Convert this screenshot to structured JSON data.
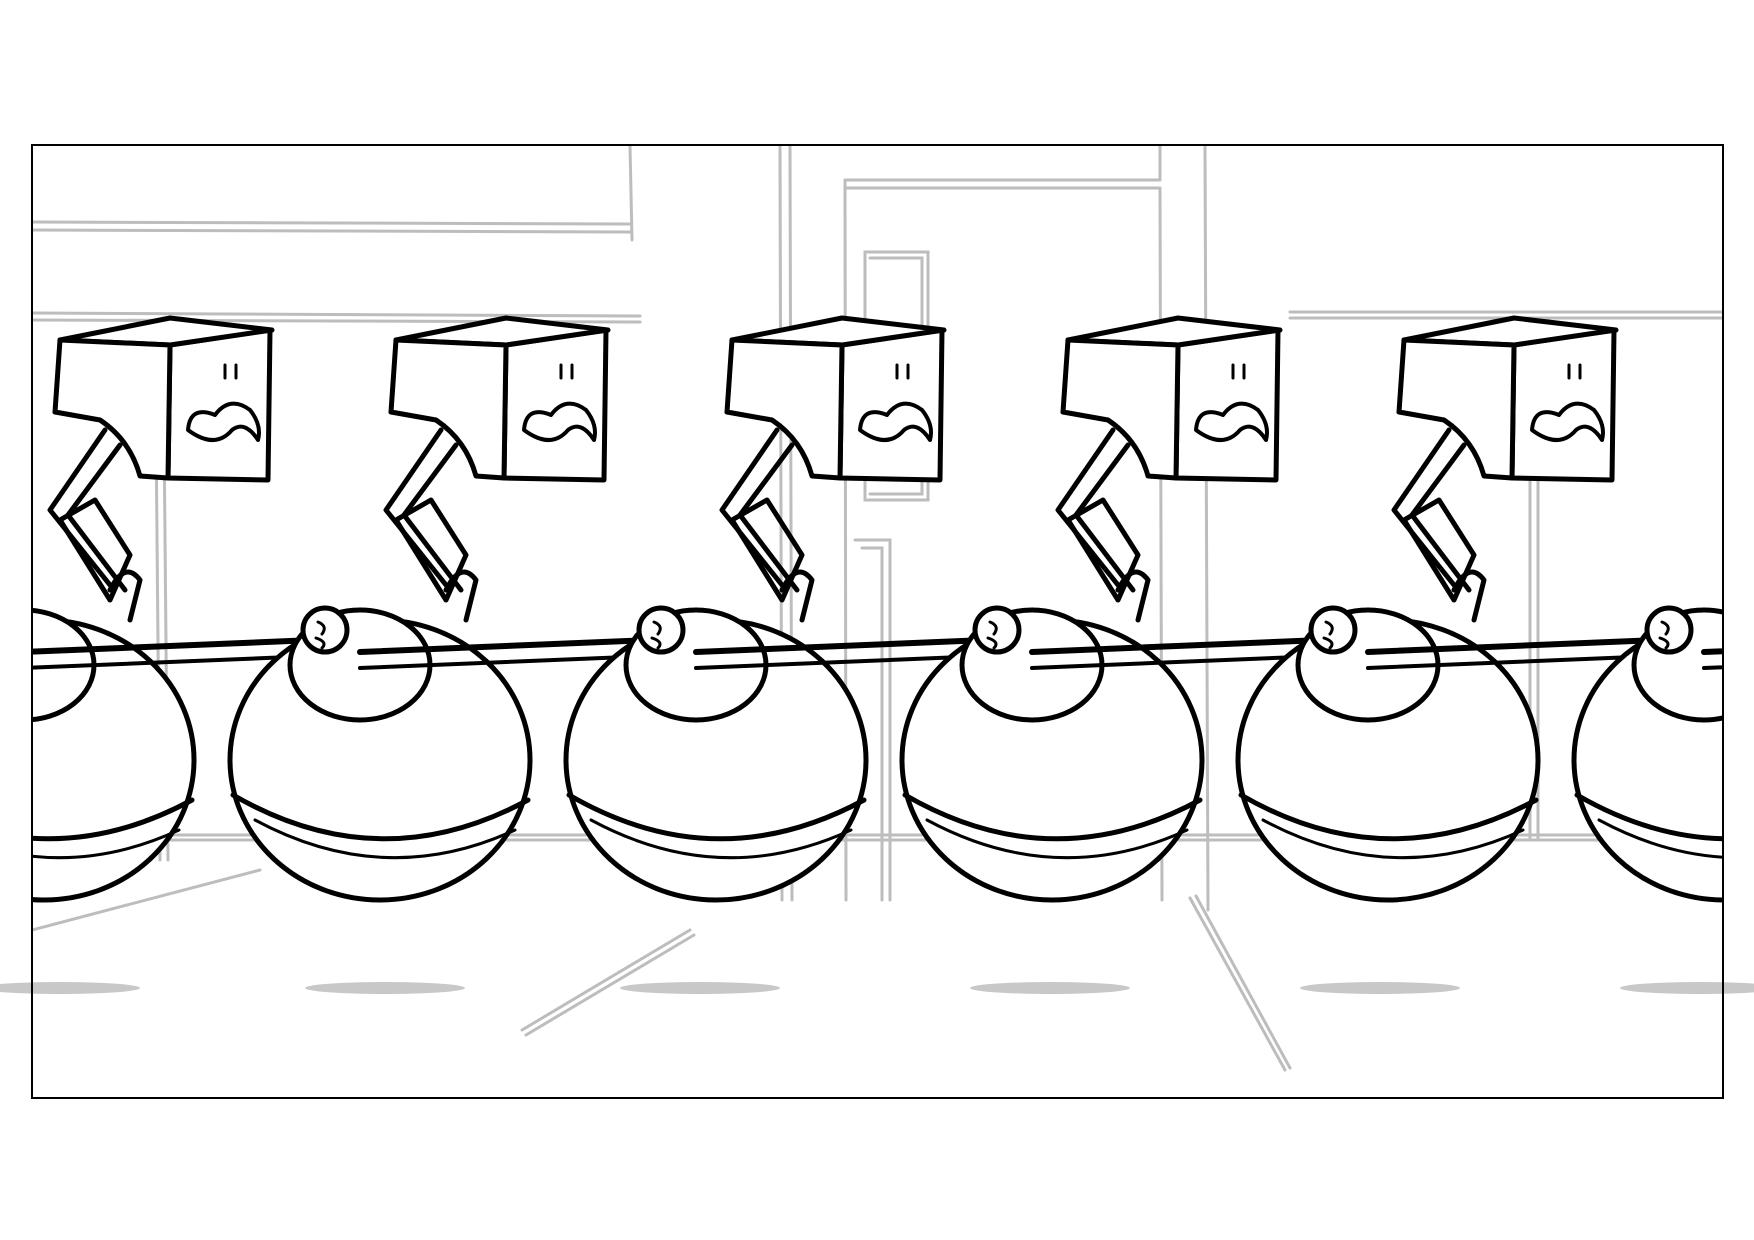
{
  "storyboard": {
    "panel_label": "",
    "characters": [
      {
        "role": "box-head robot with mustache, riding ball"
      },
      {
        "role": "box-head robot with mustache, riding ball"
      },
      {
        "role": "box-head robot with mustache, riding ball"
      },
      {
        "role": "box-head robot with mustache, riding ball"
      },
      {
        "role": "box-head robot with mustache, riding ball"
      }
    ],
    "colors": {
      "ink": "#000000",
      "sketch": "#bdbdbd",
      "shadow": "#c8c8c8",
      "paper": "#ffffff"
    }
  }
}
